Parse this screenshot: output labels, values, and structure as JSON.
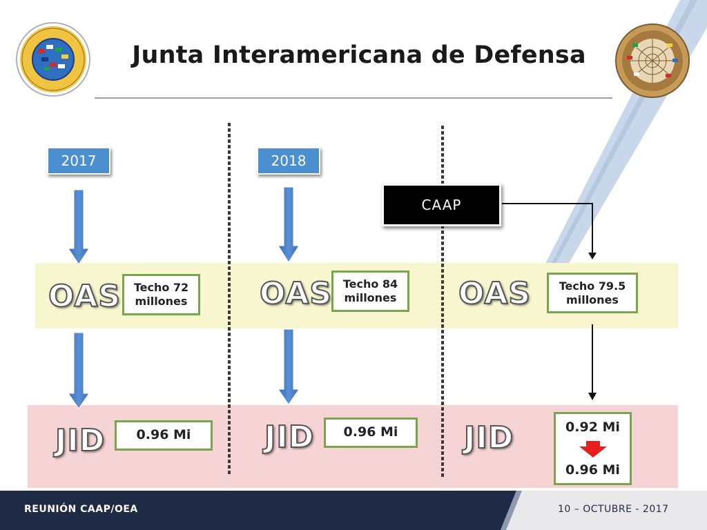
{
  "title": "Junta Interamericana de Defensa",
  "years": [
    "2017",
    "2018"
  ],
  "caap_label": "CAAP",
  "oas_label": "OAS",
  "jid_label": "JID",
  "techo": [
    {
      "line1": "Techo 72",
      "line2": "millones"
    },
    {
      "line1": "Techo 84",
      "line2": "millones"
    },
    {
      "line1": "Techo 79.5",
      "line2": "millones"
    }
  ],
  "jid_values": [
    "0.96 Mi",
    "0.96 Mi"
  ],
  "jid_change": {
    "from": "0.92 Mi",
    "to": "0.96 Mi"
  },
  "footer": {
    "left": "REUNIÓN CAAP/OEA",
    "right": "10 – OCTUBRE - 2017"
  },
  "colors": {
    "year_box": "#4b8fd0",
    "oas_band": "#f7f6ce",
    "jid_band": "#f6d4d5",
    "box_border": "#78a64d",
    "footer_dark": "#1f2a44",
    "decrease_arrow": "#e8201b"
  },
  "icons": {
    "seal_left": "oas-seal-icon",
    "seal_right": "jid-seal-icon",
    "change_arrow": "red-down-arrow-icon"
  }
}
